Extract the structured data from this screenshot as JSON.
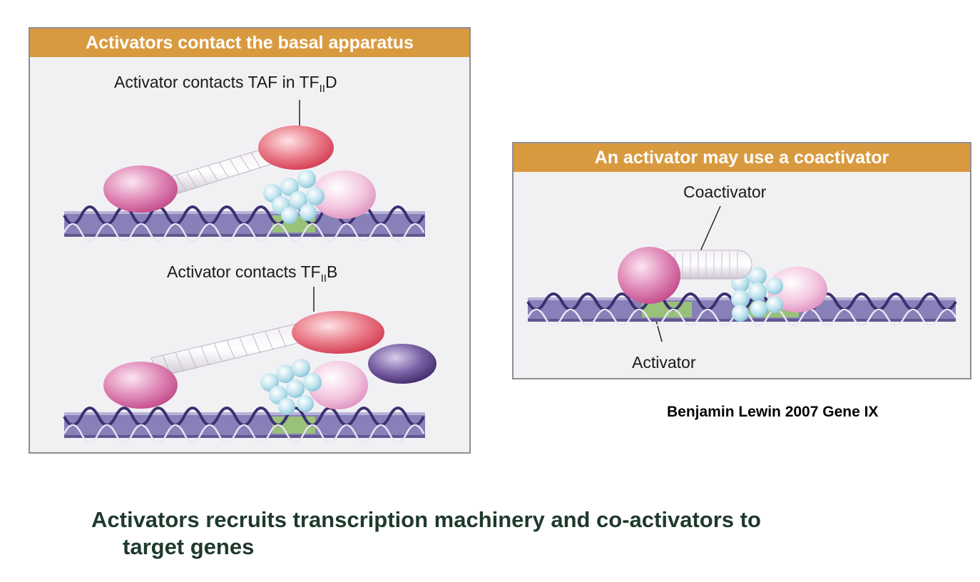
{
  "left_panel": {
    "header": "Activators contact the basal apparatus",
    "label_top": {
      "text": "Activator contacts TAF in TF",
      "sub": "II",
      "tail": "D"
    },
    "label_bottom": {
      "text": "Activator contacts TF",
      "sub": "II",
      "tail": "B"
    }
  },
  "right_panel": {
    "header": "An activator may use a coactivator",
    "coactivator_label": "Coactivator",
    "activator_label": "Activator"
  },
  "credit": "Benjamin Lewin 2007 Gene IX",
  "caption": {
    "line1": "Activators recruits transcription machinery and co-activators to",
    "line2": "target genes"
  },
  "colors": {
    "header_bg": "#d99a3f",
    "caption_text": "#1f3a2c",
    "dna_band": "#8880b8",
    "activator_pink": "#d96aa2",
    "red_protein": "#e0505f",
    "purple_protein": "#5b3d86",
    "cluster_blue": "#a9d8e6"
  }
}
